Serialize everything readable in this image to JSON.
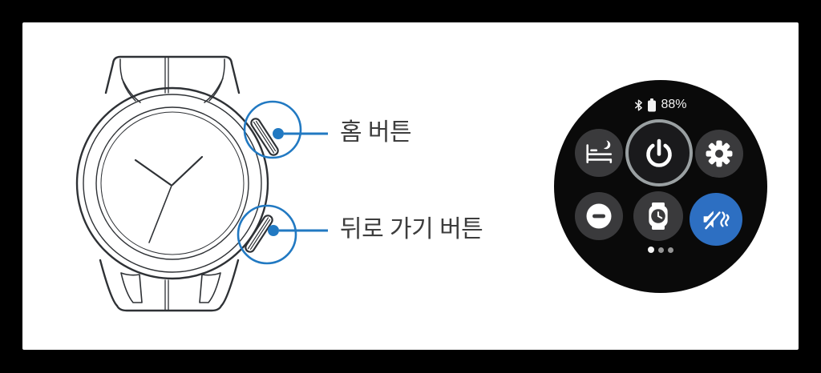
{
  "page_background": "#000000",
  "panel": {
    "background": "#ffffff"
  },
  "diagram": {
    "accent_color": "#2179c2",
    "line_color": "#2e3135",
    "callouts": [
      {
        "target": "home-button",
        "label": "홈 버튼"
      },
      {
        "target": "back-button",
        "label": "뒤로 가기 버튼"
      }
    ]
  },
  "screen": {
    "background": "#0a0a0a",
    "status_bar": {
      "bluetooth_icon": "bluetooth-icon",
      "battery_icon": "battery-icon",
      "battery_text": "88%"
    },
    "quick_settings": [
      {
        "id": "bedtime-mode",
        "icon": "bed-moon-icon",
        "active": false
      },
      {
        "id": "power",
        "icon": "power-icon",
        "active": false
      },
      {
        "id": "settings",
        "icon": "gear-icon",
        "active": false
      },
      {
        "id": "do-not-disturb",
        "icon": "minus-circle-icon",
        "active": false
      },
      {
        "id": "watch-face",
        "icon": "watch-icon",
        "active": false
      },
      {
        "id": "sound-mode-vibrate",
        "icon": "speaker-mute-vibrate-icon",
        "active": true
      }
    ],
    "colors": {
      "tile": "#3a3a3c",
      "active_tile": "#2d6fc2",
      "power_ring": "#9aa0a2"
    },
    "page_indicator": {
      "total": 3,
      "active": 1
    }
  }
}
